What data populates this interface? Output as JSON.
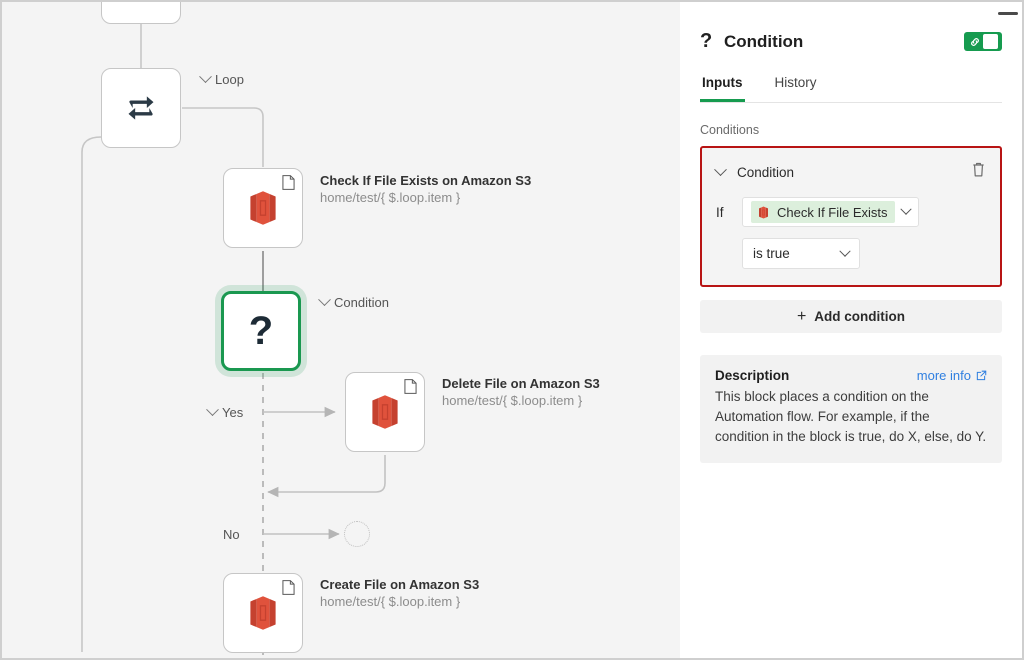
{
  "canvas": {
    "nodes": [
      {
        "key": "partial_top",
        "icon": "none",
        "title": "",
        "subtitle": "",
        "branch": ""
      },
      {
        "key": "loop",
        "icon": "loop-icon",
        "branch": "Loop"
      },
      {
        "key": "check_file",
        "icon": "amazon-s3-icon",
        "title": "Check If File Exists on Amazon S3",
        "subtitle": "home/test/{ $.loop.item }"
      },
      {
        "key": "condition",
        "icon": "question-mark-icon",
        "branch": "Condition",
        "selected": true
      },
      {
        "key": "delete_file",
        "icon": "amazon-s3-icon",
        "title": "Delete File on Amazon S3",
        "subtitle": "home/test/{ $.loop.item }"
      },
      {
        "key": "create_file",
        "icon": "amazon-s3-icon",
        "title": "Create File on Amazon S3",
        "subtitle": "home/test/{ $.loop.item }"
      }
    ],
    "branch_yes": "Yes",
    "branch_no": "No"
  },
  "panel": {
    "header": {
      "icon": "question-mark-icon",
      "title": "Condition",
      "toggle": {
        "icon": "link-icon",
        "state": "on",
        "color": "#169b4f"
      }
    },
    "tabs": [
      {
        "label": "Inputs",
        "active": true
      },
      {
        "label": "History",
        "active": false
      }
    ],
    "conditions_label": "Conditions",
    "condition_card": {
      "title": "Condition",
      "delete_icon": "trash-icon",
      "collapse_icon": "chevron-down-icon",
      "if_label": "If",
      "subject_value": "Check If File Exists",
      "subject_icon": "amazon-s3-icon",
      "operator_value": "is true",
      "highlight_color": "#b81414"
    },
    "add_condition": {
      "plus": "+",
      "label": "Add condition"
    },
    "description": {
      "title": "Description",
      "more_info": "more info",
      "more_info_icon": "external-link-icon",
      "body": "This block places a condition on the Automation flow. For example, if the condition in the block is true, do X, else, do Y."
    }
  }
}
